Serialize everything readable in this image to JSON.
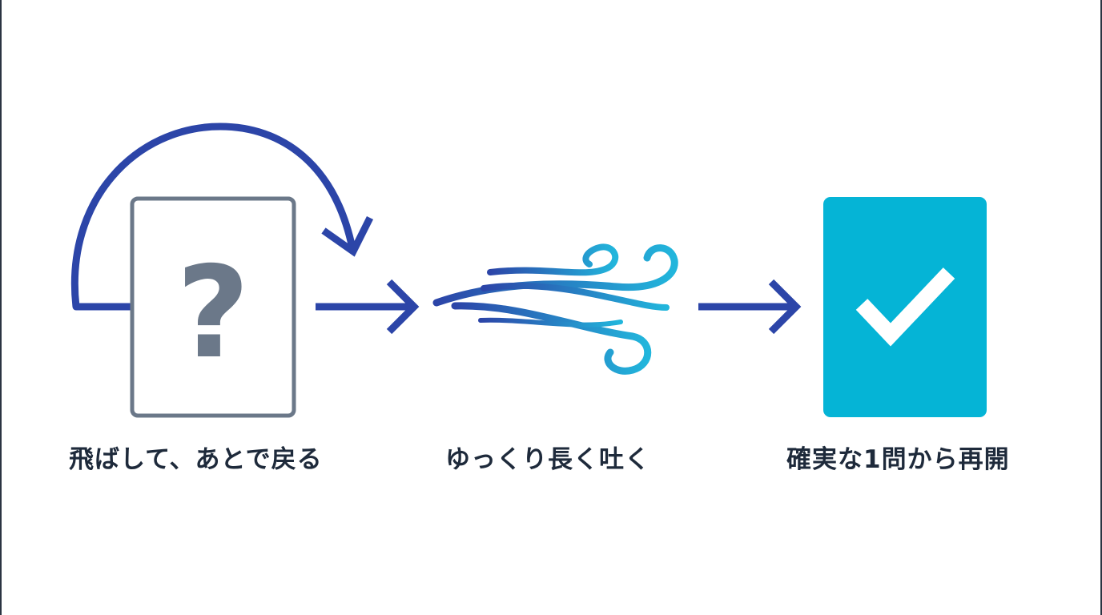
{
  "steps": [
    {
      "label": "飛ばして、あとで戻る",
      "icon": "skip-question-icon",
      "symbol": "?"
    },
    {
      "label": "ゆっくり長く吐く",
      "icon": "wind-breath-icon"
    },
    {
      "label": "確実な1問から再開",
      "icon": "check-card-icon"
    }
  ],
  "colors": {
    "arrow": "#2c45a8",
    "card_border": "#6b7889",
    "question_mark": "#6b7889",
    "check_card": "#05b4d6",
    "wind_light": "#22b6dc",
    "wind_dark": "#2c45a8",
    "caption_text": "#1e2a3b"
  }
}
